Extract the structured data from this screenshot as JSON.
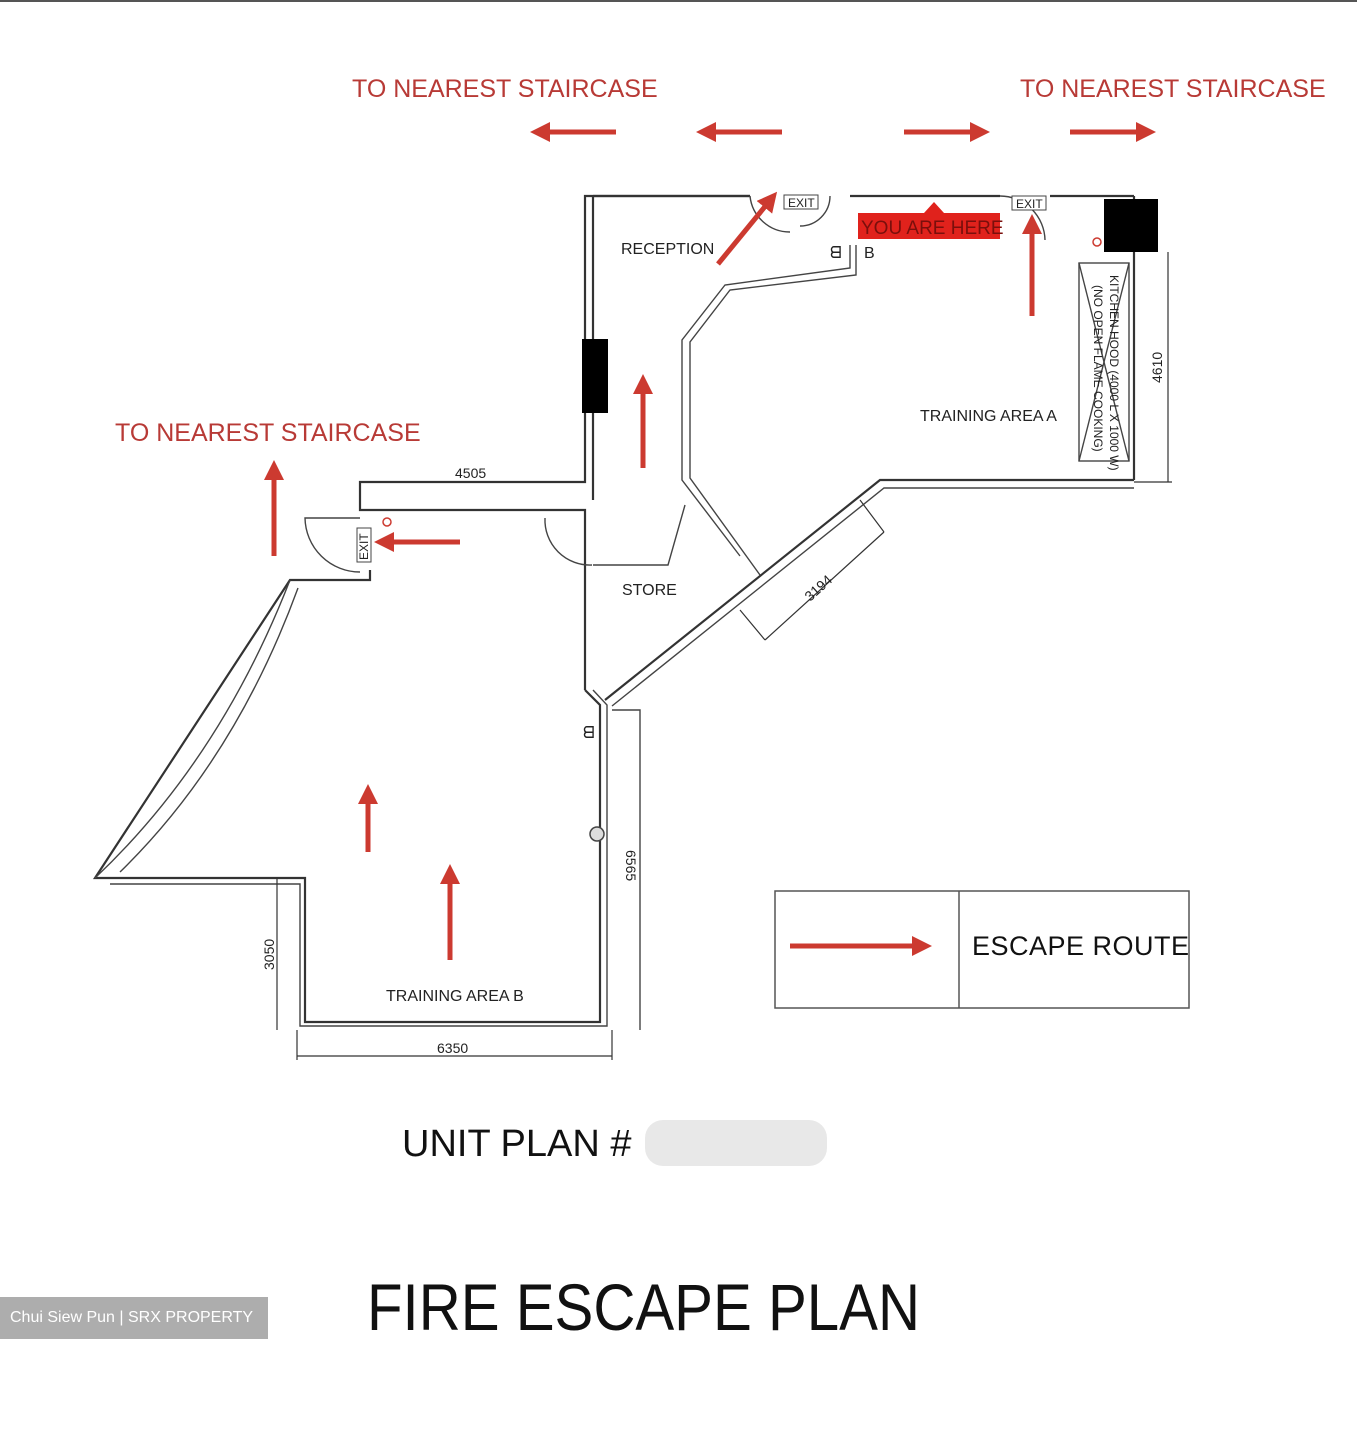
{
  "labels": {
    "staircase_top_left": "TO NEAREST STAIRCASE",
    "staircase_top_right": "TO NEAREST STAIRCASE",
    "staircase_left": "TO NEAREST STAIRCASE",
    "you_are_here": "YOU ARE HERE",
    "exit": "EXIT"
  },
  "rooms": {
    "reception": "RECEPTION",
    "training_a": "TRAINING AREA A",
    "training_b": "TRAINING AREA B",
    "store": "STORE",
    "kitchen_hood_line1": "KITCHEN HOOD (4000 L X 1000 W)",
    "kitchen_hood_line2": "(NO OPEN FLAME COOKING)"
  },
  "dimensions": {
    "d4505": "4505",
    "d4610": "4610",
    "d3194": "3194",
    "d6350": "6350",
    "d3050": "3050",
    "d6565": "6565"
  },
  "legend": {
    "escape_route": "ESCAPE ROUTE"
  },
  "unit_plan": "UNIT PLAN #",
  "title": "FIRE ESCAPE PLAN",
  "watermark": "Chui Siew Pun | SRX PROPERTY",
  "colors": {
    "escape_arrow": "#cc3a30",
    "label_red": "#b83a36",
    "you_are_here_bg": "#e0221c"
  }
}
